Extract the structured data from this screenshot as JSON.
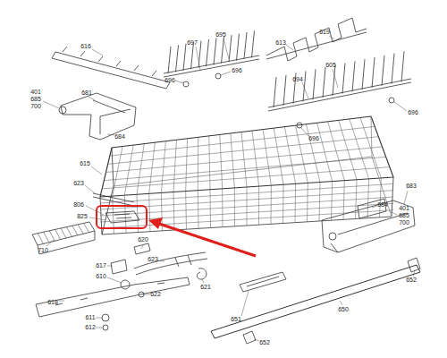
{
  "diagram": {
    "labels": [
      "616",
      "697",
      "695",
      "696",
      "696",
      "613",
      "619",
      "605",
      "694",
      "696",
      "696",
      "401",
      "685",
      "700",
      "681",
      "684",
      "615",
      "623",
      "806",
      "825",
      "710",
      "620",
      "623",
      "617",
      "610",
      "621",
      "622",
      "618",
      "611",
      "612",
      "683",
      "684",
      "401",
      "685",
      "700",
      "651",
      "650",
      "652",
      "652"
    ]
  }
}
